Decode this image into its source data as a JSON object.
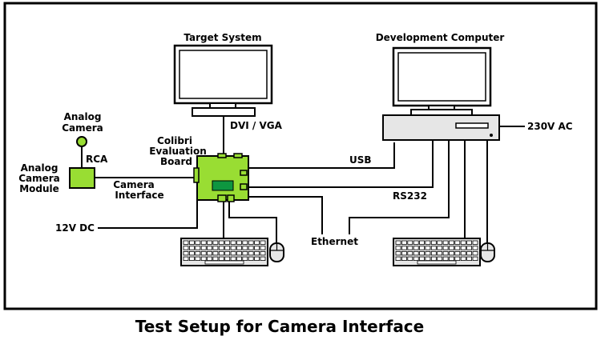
{
  "diagram": {
    "labels": {
      "target_system": "Target System",
      "development_computer": "Development Computer",
      "analog_camera_1": "Analog",
      "analog_camera_2": "Camera",
      "rca": "RCA",
      "colibri_1": "Colibri",
      "colibri_2": "Evaluation",
      "colibri_3": "Board",
      "analog_module_1": "Analog",
      "analog_module_2": "Camera",
      "analog_module_3": "Module",
      "camera_interface_1": "Camera",
      "camera_interface_2": "Interface",
      "dvi_vga": "DVI / VGA",
      "usb": "USB",
      "rs232": "RS232",
      "ethernet": "Ethernet",
      "ac_230v": "230V AC",
      "dc_12v": "12V DC"
    },
    "caption": "Test Setup for Camera Interface",
    "colors": {
      "board_green": "#99dd33",
      "chip_green": "#0e9640",
      "camera_dot": "#99dd33",
      "line": "#000000",
      "device_fill": "#e6e6e6"
    }
  }
}
